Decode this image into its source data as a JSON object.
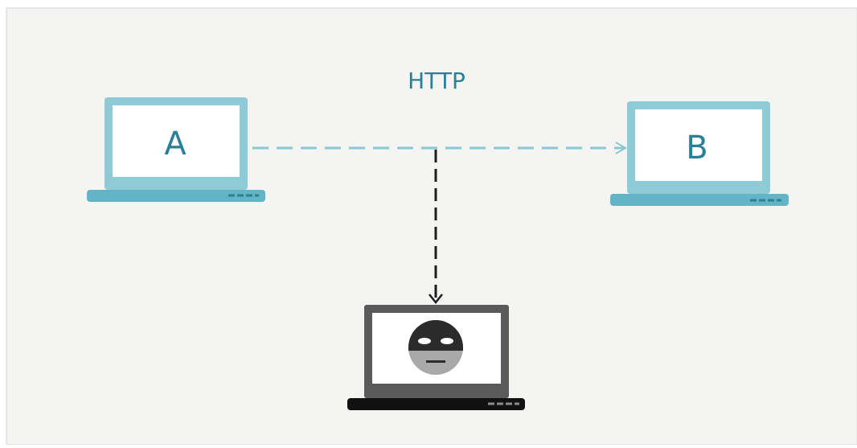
{
  "diagram": {
    "protocol_label": "HTTP",
    "laptop_a_label": "A",
    "laptop_b_label": "B",
    "attacker_icon": "masked-attacker-icon"
  },
  "colors": {
    "background": "#f4f4f2",
    "border": "#d6d6d6",
    "laptop_blue": "#8fcbd6",
    "laptop_blue_base": "#63b4c6",
    "laptop_blue_dark": "#2f7f91",
    "screen_white": "#ffffff",
    "label_blue": "#2a8096",
    "http_arrow": "#8ac7d2",
    "intercept_arrow": "#1e1e1e",
    "attacker_laptop_frame": "#5a5a5a",
    "attacker_laptop_base": "#111111",
    "mask_dark": "#2b2b2b",
    "face_gray": "#a9a9a9"
  }
}
